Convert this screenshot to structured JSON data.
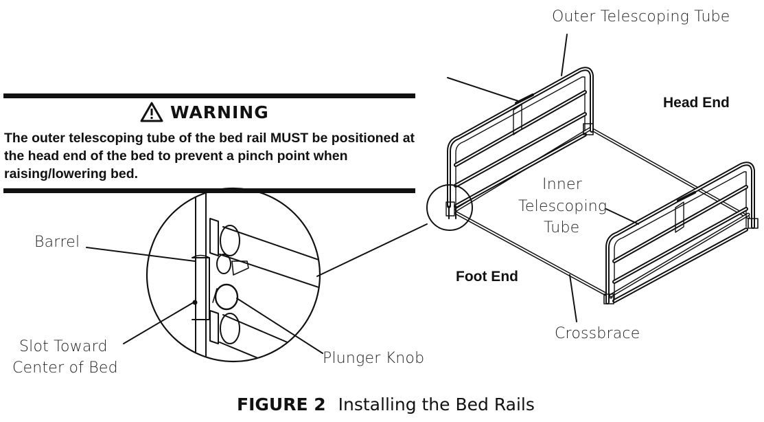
{
  "warning": {
    "icon": "warning-triangle-icon",
    "title": "WARNING",
    "text": "The outer telescoping tube of the bed rail MUST be positioned at the head end of the bed to prevent a pinch point when raising/lowering bed."
  },
  "labels": {
    "outer_tube": "Outer Telescoping Tube",
    "head_end": "Head End",
    "inner_tube_1": "Inner",
    "inner_tube_2": "Telescoping",
    "inner_tube_3": "Tube",
    "foot_end": "Foot End",
    "crossbrace": "Crossbrace",
    "barrel": "Barrel",
    "slot_1": "Slot Toward",
    "slot_2": "Center of Bed",
    "plunger_knob": "Plunger Knob"
  },
  "caption": {
    "figure": "FIGURE 2",
    "title": "Installing the Bed Rails"
  }
}
